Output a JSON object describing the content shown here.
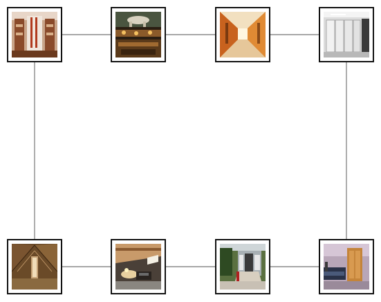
{
  "diagram": {
    "nodes": [
      {
        "id": "n1",
        "scene": "wooden-interior-with-tall-cabinets"
      },
      {
        "id": "n2",
        "scene": "rustic-lodge-bar-with-animal-mount"
      },
      {
        "id": "n3",
        "scene": "long-hallway-orange-walls"
      },
      {
        "id": "n4",
        "scene": "storage-room-white-cabinets"
      },
      {
        "id": "n5",
        "scene": "attic-room-wooden-rafters"
      },
      {
        "id": "n6",
        "scene": "attic-living-room-with-skylight"
      },
      {
        "id": "n7",
        "scene": "back-patio-garden"
      },
      {
        "id": "n8",
        "scene": "bedroom-with-wardrobe"
      }
    ],
    "edges": [
      [
        "n1",
        "n2"
      ],
      [
        "n2",
        "n3"
      ],
      [
        "n3",
        "n4"
      ],
      [
        "n1",
        "n5"
      ],
      [
        "n4",
        "n8"
      ],
      [
        "n5",
        "n6"
      ],
      [
        "n6",
        "n7"
      ],
      [
        "n7",
        "n8"
      ]
    ]
  }
}
